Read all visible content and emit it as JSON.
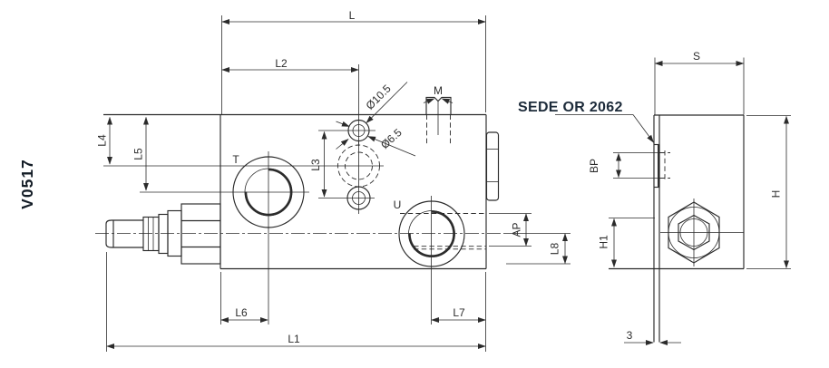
{
  "part_code": "V0517",
  "callouts": {
    "seat": "SEDE OR 2062",
    "hole_large": "Ø10.5",
    "hole_small": "Ø6.5",
    "plate_thickness": "3"
  },
  "port_labels": {
    "t": "T",
    "u": "U",
    "m": "M"
  },
  "dimensions": {
    "front": {
      "l": "L",
      "l1": "L1",
      "l2": "L2",
      "l3": "L3",
      "l4": "L4",
      "l5": "L5",
      "l6": "L6",
      "l7": "L7",
      "l8": "L8",
      "ap": "AP"
    },
    "side": {
      "s": "S",
      "h": "H",
      "h1": "H1",
      "bp": "BP"
    }
  },
  "colors": {
    "ink": "#2b2b2b",
    "callout_text": "#1d2b3a",
    "part_code_text": "#131c26"
  }
}
